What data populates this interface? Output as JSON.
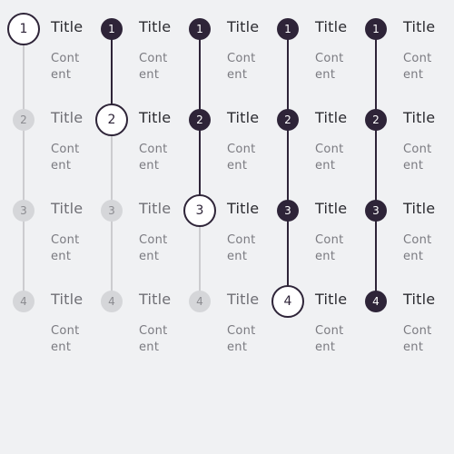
{
  "steppers": [
    {
      "current_step": 1,
      "steps": [
        {
          "number": "1",
          "title": "Title",
          "content": "Content",
          "state": "current"
        },
        {
          "number": "2",
          "title": "Title",
          "content": "Content",
          "state": "wait"
        },
        {
          "number": "3",
          "title": "Title",
          "content": "Content",
          "state": "wait"
        },
        {
          "number": "4",
          "title": "Title",
          "content": "Content",
          "state": "wait"
        }
      ]
    },
    {
      "current_step": 2,
      "steps": [
        {
          "number": "1",
          "title": "Title",
          "content": "Content",
          "state": "done"
        },
        {
          "number": "2",
          "title": "Title",
          "content": "Content",
          "state": "current"
        },
        {
          "number": "3",
          "title": "Title",
          "content": "Content",
          "state": "wait"
        },
        {
          "number": "4",
          "title": "Title",
          "content": "Content",
          "state": "wait"
        }
      ]
    },
    {
      "current_step": 3,
      "steps": [
        {
          "number": "1",
          "title": "Title",
          "content": "Content",
          "state": "done"
        },
        {
          "number": "2",
          "title": "Title",
          "content": "Content",
          "state": "done"
        },
        {
          "number": "3",
          "title": "Title",
          "content": "Content",
          "state": "current"
        },
        {
          "number": "4",
          "title": "Title",
          "content": "Content",
          "state": "wait"
        }
      ]
    },
    {
      "current_step": 4,
      "steps": [
        {
          "number": "1",
          "title": "Title",
          "content": "Content",
          "state": "done"
        },
        {
          "number": "2",
          "title": "Title",
          "content": "Content",
          "state": "done"
        },
        {
          "number": "3",
          "title": "Title",
          "content": "Content",
          "state": "done"
        },
        {
          "number": "4",
          "title": "Title",
          "content": "Content",
          "state": "current"
        }
      ]
    },
    {
      "current_step": 5,
      "steps": [
        {
          "number": "1",
          "title": "Title",
          "content": "Content",
          "state": "done"
        },
        {
          "number": "2",
          "title": "Title",
          "content": "Content",
          "state": "done"
        },
        {
          "number": "3",
          "title": "Title",
          "content": "Content",
          "state": "done"
        },
        {
          "number": "4",
          "title": "Title",
          "content": "Content",
          "state": "done"
        }
      ]
    }
  ],
  "colors": {
    "background": "#f0f1f3",
    "active": "#2e2438",
    "inactive_node": "#d5d6d9",
    "inactive_line": "#cccccf"
  }
}
